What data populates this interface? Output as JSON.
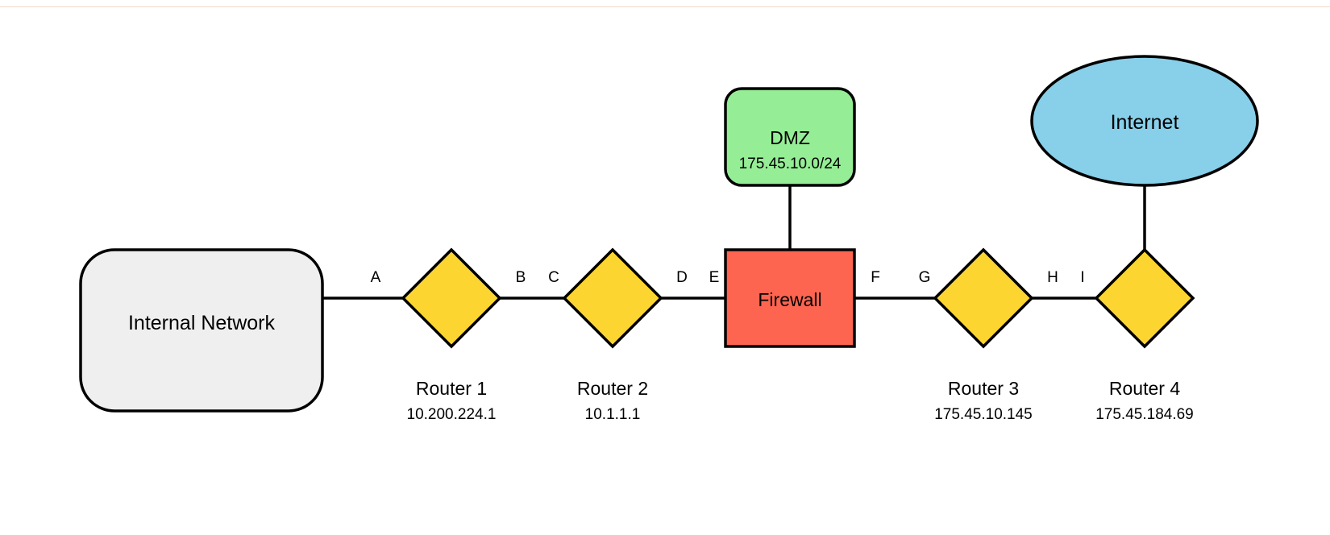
{
  "colors": {
    "internal_network": "#efefef",
    "router": "#fdd531",
    "firewall": "#fd6550",
    "dmz": "#95ee95",
    "internet": "#88cfe9",
    "stroke": "#000000"
  },
  "nodes": {
    "internal_network": {
      "label": "Internal Network"
    },
    "router1": {
      "label": "Router 1",
      "ip": "10.200.224.1"
    },
    "router2": {
      "label": "Router 2",
      "ip": "10.1.1.1"
    },
    "firewall": {
      "label": "Firewall"
    },
    "dmz": {
      "label": "DMZ",
      "subnet": "175.45.10.0/24"
    },
    "router3": {
      "label": "Router 3",
      "ip": "175.45.10.145"
    },
    "router4": {
      "label": "Router 4",
      "ip": "175.45.184.69"
    },
    "internet": {
      "label": "Internet"
    }
  },
  "ports": {
    "a": "A",
    "b": "B",
    "c": "C",
    "d": "D",
    "e": "E",
    "f": "F",
    "g": "G",
    "h": "H",
    "i": "I"
  }
}
